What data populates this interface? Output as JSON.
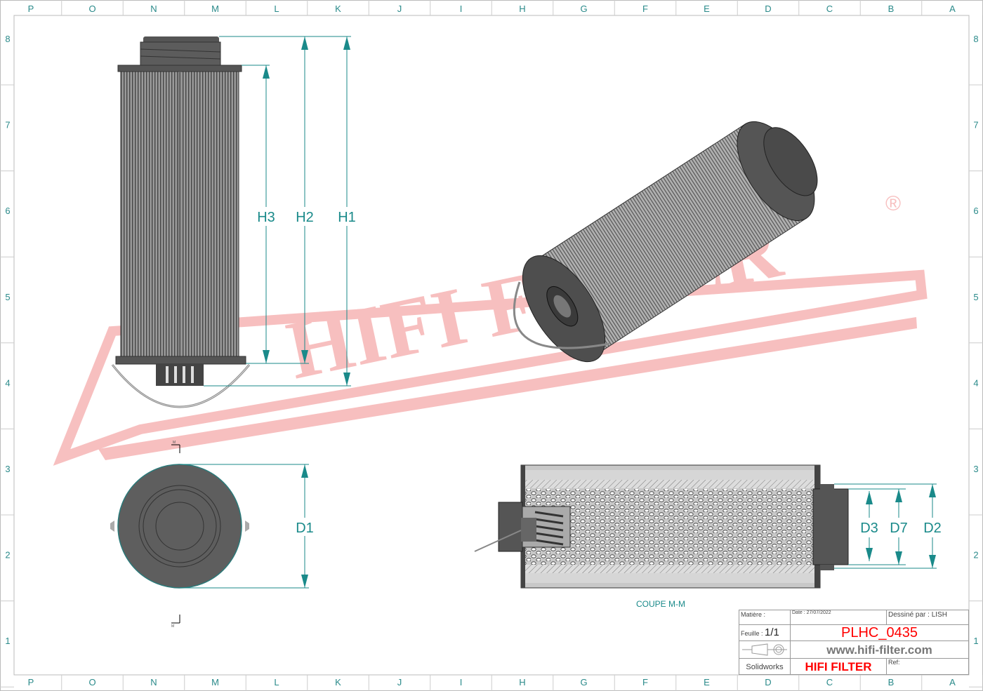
{
  "frame": {
    "columns": [
      "P",
      "O",
      "N",
      "M",
      "L",
      "K",
      "J",
      "I",
      "H",
      "G",
      "F",
      "E",
      "D",
      "C",
      "B",
      "A"
    ],
    "rows": [
      "8",
      "7",
      "6",
      "5",
      "4",
      "3",
      "2",
      "1"
    ]
  },
  "watermark": {
    "text": "HIFI FILTER",
    "registered": "®",
    "color": "#f4a0a0"
  },
  "dimensions": {
    "h3": "H3",
    "h2": "H2",
    "h1": "H1",
    "d1": "D1",
    "d3": "D3",
    "d7": "D7",
    "d2": "D2"
  },
  "section": {
    "marker": "M",
    "caption": "COUPE M-M"
  },
  "title_block": {
    "matiere": "Matière :",
    "date": "Date : 27/07/2022",
    "dessine_par": "Dessiné par : LISH",
    "feuille_label": "Feuille :",
    "feuille_value": "1/1",
    "part_number": "PLHC_0435",
    "website": "www.hifi-filter.com",
    "software": "Solidworks",
    "brand": "HIFI FILTER",
    "ref": "Ref:"
  },
  "colors": {
    "dimension": "#1a8a8a",
    "part": "#5a5a5a",
    "title_red": "#ff0000"
  }
}
